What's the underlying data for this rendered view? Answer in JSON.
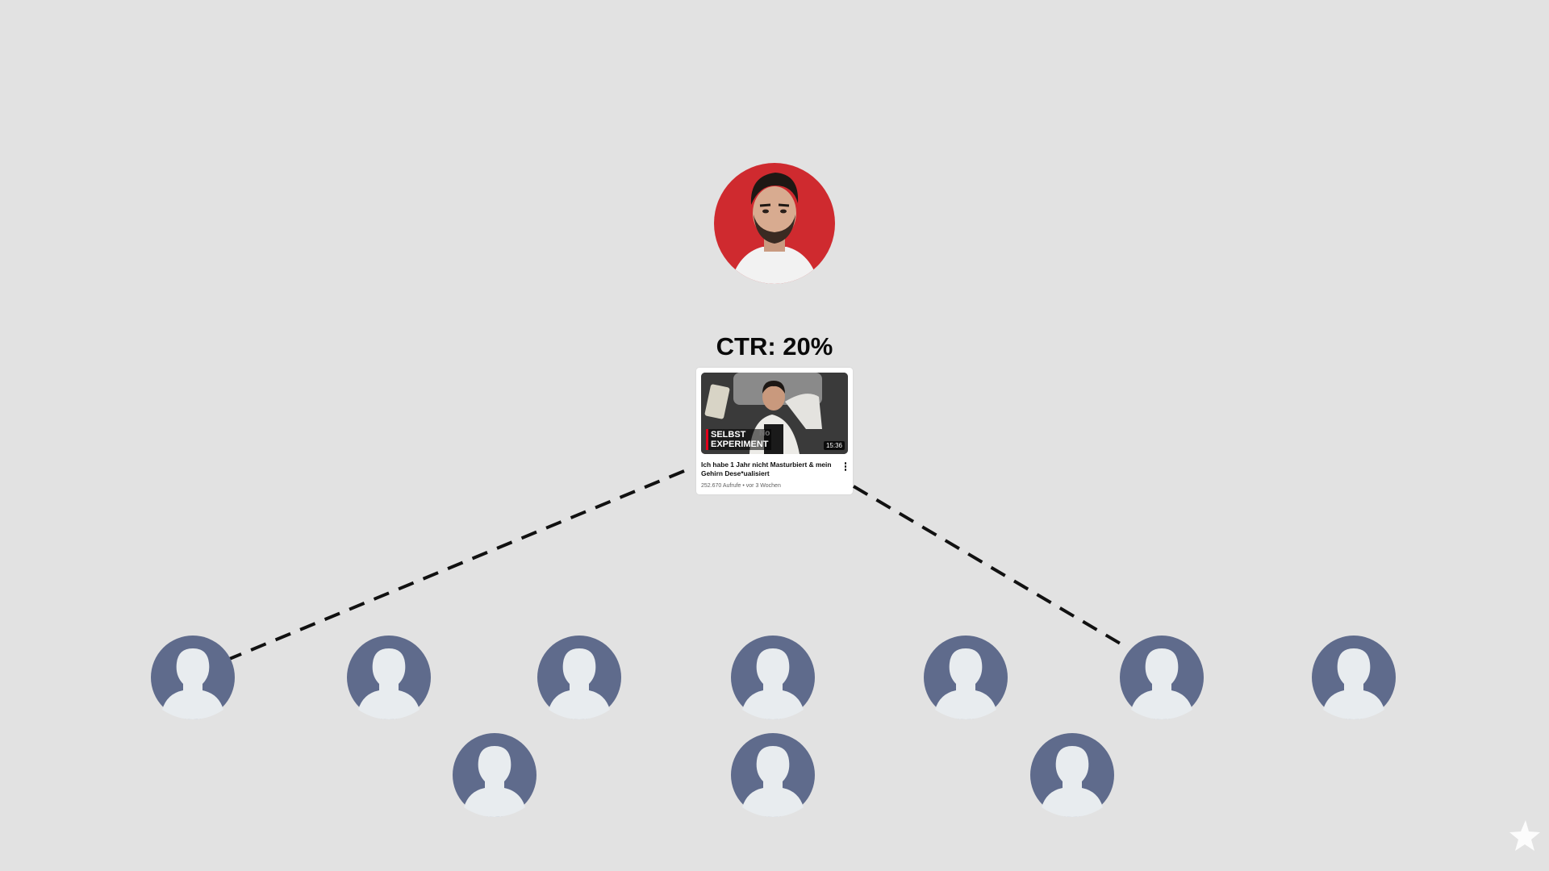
{
  "headline": {
    "ctr_label": "CTR: 20%"
  },
  "video_card": {
    "thumbnail_badge_line1": "SELBST",
    "thumbnail_badge_line2": "EXPERIMENT",
    "thumbnail_shirt_text": "No",
    "duration": "15:36",
    "title": "Ich habe 1 Jahr nicht Masturbiert & mein Gehirn Dese*ualisiert",
    "meta": "252.670 Aufrufe • vor 3 Wochen"
  },
  "icons": {
    "creator": "creator-avatar",
    "viewer": "user-silhouette-icon",
    "more": "more-vert-icon",
    "watermark": "star-icon"
  },
  "colors": {
    "background": "#e2e2e2",
    "creator_ring": "#cf2a2f",
    "viewer_fill": "#5f6b8c",
    "viewer_silhouette": "#e8ecef",
    "connector": "#111111"
  },
  "audience": {
    "viewer_count": 10,
    "connected_viewers": 2
  }
}
